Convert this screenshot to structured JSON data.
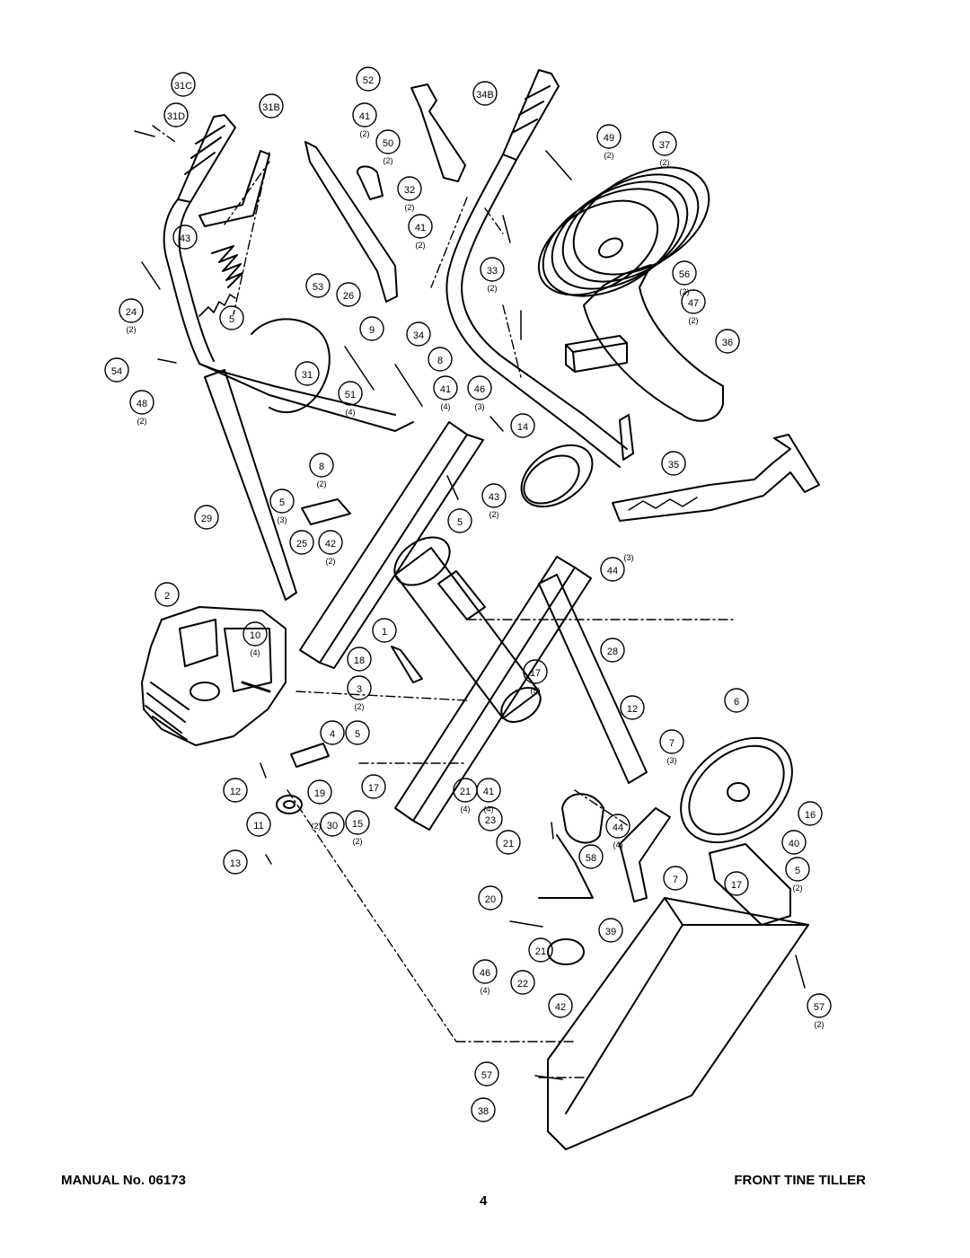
{
  "footer": {
    "manual": "MANUAL No. 06173",
    "title": "FRONT TINE TILLER",
    "page": "4"
  },
  "callouts": [
    {
      "id": "c1",
      "num": "31C",
      "qty": ""
    },
    {
      "id": "c2",
      "num": "31D",
      "qty": ""
    },
    {
      "id": "c3",
      "num": "31B",
      "qty": ""
    },
    {
      "id": "c4",
      "num": "52",
      "qty": ""
    },
    {
      "id": "c5",
      "num": "34B",
      "qty": ""
    },
    {
      "id": "c6",
      "num": "41",
      "qty": "(2)"
    },
    {
      "id": "c7",
      "num": "50",
      "qty": "(2)"
    },
    {
      "id": "c8",
      "num": "32",
      "qty": "(2)"
    },
    {
      "id": "c9",
      "num": "41",
      "qty": "(2)"
    },
    {
      "id": "c10",
      "num": "49",
      "qty": "(2)"
    },
    {
      "id": "c11",
      "num": "37",
      "qty": "(2)"
    },
    {
      "id": "c12",
      "num": "43",
      "qty": ""
    },
    {
      "id": "c13",
      "num": "33",
      "qty": "(2)"
    },
    {
      "id": "c14",
      "num": "24",
      "qty": "(2)"
    },
    {
      "id": "c15",
      "num": "53",
      "qty": ""
    },
    {
      "id": "c16",
      "num": "26",
      "qty": ""
    },
    {
      "id": "c17",
      "num": "56",
      "qty": "(2)"
    },
    {
      "id": "c18",
      "num": "47",
      "qty": "(2)"
    },
    {
      "id": "c19",
      "num": "5",
      "qty": ""
    },
    {
      "id": "c20",
      "num": "54",
      "qty": ""
    },
    {
      "id": "c21",
      "num": "9",
      "qty": ""
    },
    {
      "id": "c22",
      "num": "34",
      "qty": ""
    },
    {
      "id": "c23",
      "num": "36",
      "qty": ""
    },
    {
      "id": "c24",
      "num": "48",
      "qty": "(2)"
    },
    {
      "id": "c25",
      "num": "31",
      "qty": ""
    },
    {
      "id": "c26",
      "num": "51",
      "qty": "(4)"
    },
    {
      "id": "c27",
      "num": "8",
      "qty": ""
    },
    {
      "id": "c28",
      "num": "41",
      "qty": "(4)"
    },
    {
      "id": "c29",
      "num": "46",
      "qty": "(3)"
    },
    {
      "id": "c30",
      "num": "14",
      "qty": ""
    },
    {
      "id": "c31",
      "num": "8",
      "qty": "(2)"
    },
    {
      "id": "c32",
      "num": "43",
      "qty": "(2)"
    },
    {
      "id": "c33",
      "num": "35",
      "qty": ""
    },
    {
      "id": "c34",
      "num": "5",
      "qty": "(3)"
    },
    {
      "id": "c35",
      "num": "29",
      "qty": ""
    },
    {
      "id": "c36",
      "num": "25",
      "qty": ""
    },
    {
      "id": "c37",
      "num": "42",
      "qty": "(2)"
    },
    {
      "id": "c38",
      "num": "5",
      "qty": ""
    },
    {
      "id": "c39",
      "num": "44",
      "qty": "(3)"
    },
    {
      "id": "c40",
      "num": "2",
      "qty": ""
    },
    {
      "id": "c41",
      "num": "10",
      "qty": "(4)"
    },
    {
      "id": "c42",
      "num": "1",
      "qty": ""
    },
    {
      "id": "c43",
      "num": "18",
      "qty": ""
    },
    {
      "id": "c44",
      "num": "28",
      "qty": ""
    },
    {
      "id": "c45",
      "num": "3",
      "qty": "(2)"
    },
    {
      "id": "c46",
      "num": "17",
      "qty": "(5)"
    },
    {
      "id": "c47",
      "num": "12",
      "qty": ""
    },
    {
      "id": "c48",
      "num": "6",
      "qty": ""
    },
    {
      "id": "c49",
      "num": "4",
      "qty": ""
    },
    {
      "id": "c50",
      "num": "5",
      "qty": ""
    },
    {
      "id": "c51",
      "num": "7",
      "qty": "(3)"
    },
    {
      "id": "c52",
      "num": "12",
      "qty": ""
    },
    {
      "id": "c53",
      "num": "19",
      "qty": ""
    },
    {
      "id": "c54",
      "num": "17",
      "qty": ""
    },
    {
      "id": "c55",
      "num": "21",
      "qty": "(4)"
    },
    {
      "id": "c56",
      "num": "41",
      "qty": "(4)"
    },
    {
      "id": "c57",
      "num": "11",
      "qty": ""
    },
    {
      "id": "c58",
      "num": "30",
      "qty": "(2)"
    },
    {
      "id": "c59",
      "num": "15",
      "qty": "(2)"
    },
    {
      "id": "c60",
      "num": "23",
      "qty": ""
    },
    {
      "id": "c61",
      "num": "44",
      "qty": "(4)"
    },
    {
      "id": "c62",
      "num": "16",
      "qty": ""
    },
    {
      "id": "c63",
      "num": "40",
      "qty": ""
    },
    {
      "id": "c64",
      "num": "13",
      "qty": ""
    },
    {
      "id": "c65",
      "num": "21",
      "qty": ""
    },
    {
      "id": "c66",
      "num": "58",
      "qty": ""
    },
    {
      "id": "c67",
      "num": "7",
      "qty": ""
    },
    {
      "id": "c68",
      "num": "17",
      "qty": ""
    },
    {
      "id": "c69",
      "num": "5",
      "qty": "(2)"
    },
    {
      "id": "c70",
      "num": "20",
      "qty": ""
    },
    {
      "id": "c71",
      "num": "39",
      "qty": ""
    },
    {
      "id": "c72",
      "num": "21",
      "qty": ""
    },
    {
      "id": "c73",
      "num": "46",
      "qty": "(4)"
    },
    {
      "id": "c74",
      "num": "22",
      "qty": ""
    },
    {
      "id": "c75",
      "num": "42",
      "qty": ""
    },
    {
      "id": "c76",
      "num": "57",
      "qty": "(2)"
    },
    {
      "id": "c77",
      "num": "57",
      "qty": ""
    },
    {
      "id": "c78",
      "num": "38",
      "qty": ""
    }
  ]
}
